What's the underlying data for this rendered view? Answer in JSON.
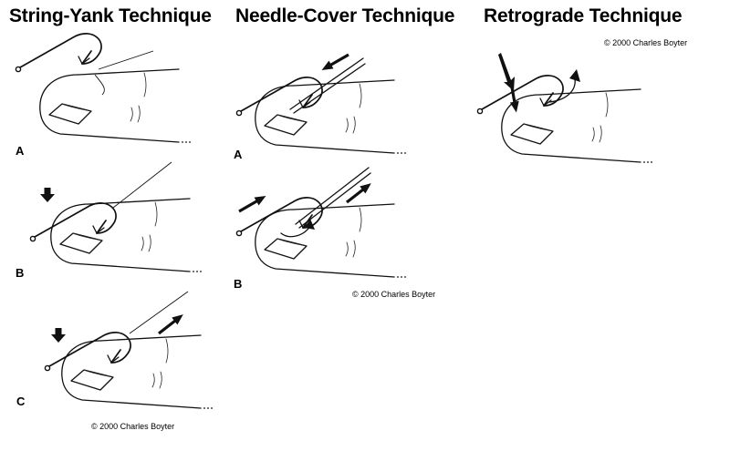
{
  "panels": [
    {
      "title": "String-Yank Technique",
      "steps": [
        "A",
        "B",
        "C"
      ],
      "copyright": "© 2000 Charles Boyter"
    },
    {
      "title": "Needle-Cover Technique",
      "steps": [
        "A",
        "B"
      ],
      "copyright": "© 2000 Charles Boyter"
    },
    {
      "title": "Retrograde Technique",
      "steps": [],
      "copyright": "© 2000 Charles Boyter"
    }
  ]
}
